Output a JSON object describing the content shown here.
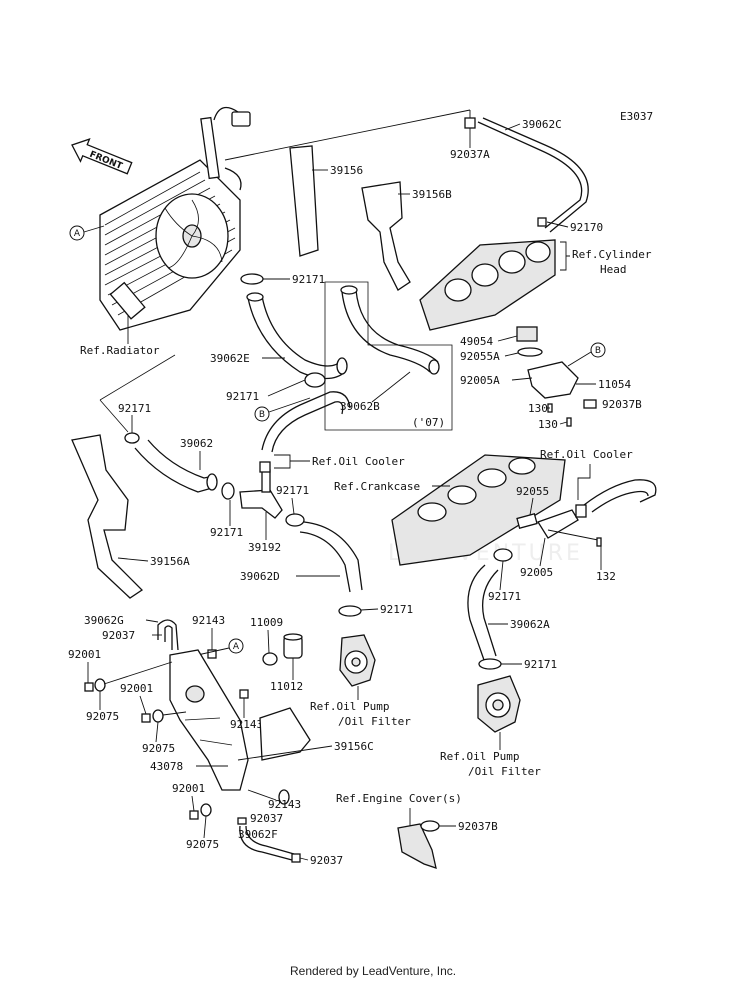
{
  "diagram_code": "E3037",
  "front_label": "FRONT",
  "watermark": "LEADVENTURE",
  "footer": "Rendered by LeadVenture, Inc.",
  "callouts": {
    "a": "A",
    "b": "B"
  },
  "parts": {
    "p39062C": "39062C",
    "p92037A": "92037A",
    "p39156": "39156",
    "p39156B": "39156B",
    "p92170": "92170",
    "p92171_top": "92171",
    "p39062E": "39062E",
    "p92171_b": "92171",
    "p39062B": "39062B",
    "p07": "('07)",
    "p49054": "49054",
    "p92055A": "92055A",
    "p92005A": "92005A",
    "p11054": "11054",
    "p130a": "130",
    "p130b": "130",
    "p92037B_r": "92037B",
    "p92171_l": "92171",
    "p39062": "39062",
    "p92171_c": "92171",
    "p92171_d": "92171",
    "p39192": "39192",
    "p39062D": "39062D",
    "p39156A": "39156A",
    "p92055": "92055",
    "p92005": "92005",
    "p132": "132",
    "p92171_e": "92171",
    "p39062A": "39062A",
    "p92171_f": "92171",
    "p92171_g": "92171",
    "p39062G": "39062G",
    "p92143a": "92143",
    "p92037a": "92037",
    "p11009": "11009",
    "p92001a": "92001",
    "p92075a": "92075",
    "p11012": "11012",
    "p92001b": "92001",
    "p92143b": "92143",
    "p92075b": "92075",
    "p39156C": "39156C",
    "p43078": "43078",
    "p92001c": "92001",
    "p92143c": "92143",
    "p92075c": "92075",
    "p92037b": "92037",
    "p39062F": "39062F",
    "p92037c": "92037",
    "p92037B_b": "92037B"
  },
  "refs": {
    "radiator": "Ref.Radiator",
    "cyl_head_1": "Ref.Cylinder",
    "cyl_head_2": "Head",
    "oil_cooler_l": "Ref.Oil Cooler",
    "oil_cooler_r": "Ref.Oil Cooler",
    "crankcase": "Ref.Crankcase",
    "oil_pump_l1": "Ref.Oil Pump",
    "oil_pump_l2": "/Oil Filter",
    "oil_pump_r1": "Ref.Oil Pump",
    "oil_pump_r2": "/Oil Filter",
    "engine_cover": "Ref.Engine Cover(s)"
  }
}
